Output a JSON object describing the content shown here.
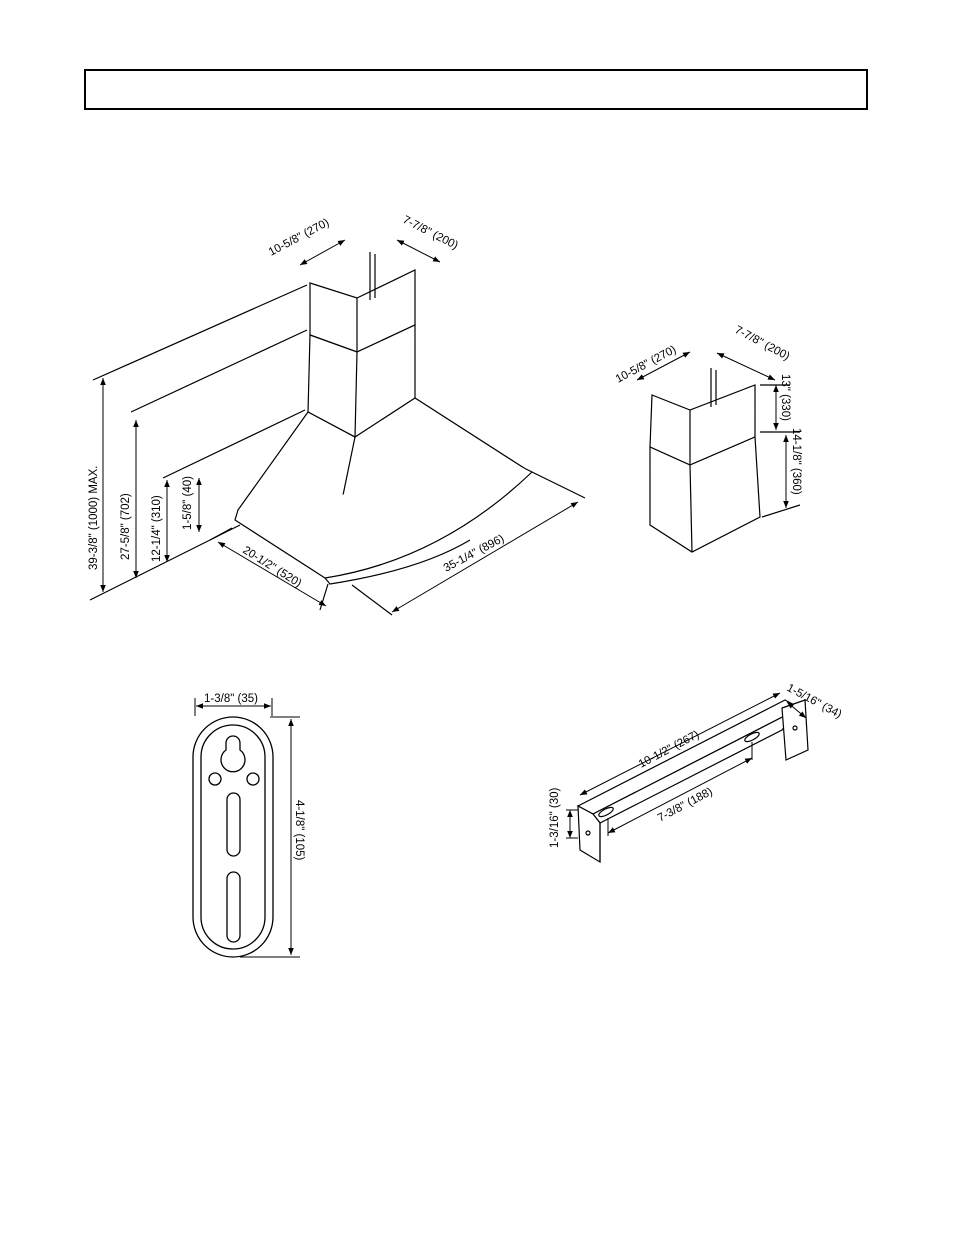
{
  "header": {
    "title": ""
  },
  "hood": {
    "duct_width": "10-5/8\" (270)",
    "duct_depth": "7-7/8\" (200)",
    "height_max": "39-3/8\" (1000) MAX.",
    "height_2": "27-5/8\" (702)",
    "height_3": "12-1/4\" (310)",
    "height_4": "1-5/8\" (40)",
    "depth": "20-1/2\" (520)",
    "width": "35-1/4\" (896)"
  },
  "chimney": {
    "width": "10-5/8\" (270)",
    "depth": "7-7/8\" (200)",
    "upper_height": "13\" (330)",
    "lower_height": "14-1/8\" (360)"
  },
  "bracket_plate": {
    "width": "1-3/8\" (35)",
    "height": "4-1/8\" (105)"
  },
  "rail_bracket": {
    "length": "10-1/2\" (267)",
    "slot_distance": "7-3/8\" (188)",
    "height": "1-3/16\" (30)",
    "depth": "1-5/16\" (34)"
  }
}
